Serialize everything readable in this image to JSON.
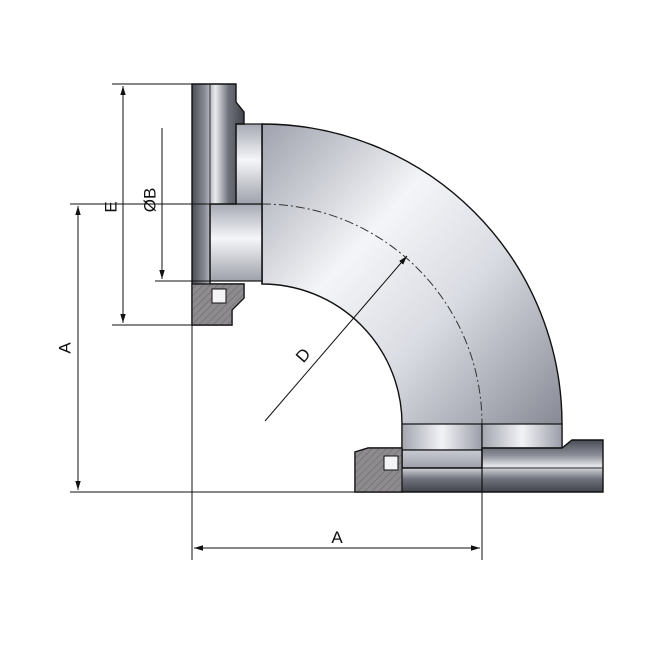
{
  "labels": {
    "a_vertical": "A",
    "a_horizontal": "A",
    "e": "E",
    "b": "ØB",
    "d": "D"
  },
  "colors": {
    "line": "#111111",
    "steel_light": "#f2f3f7",
    "steel_mid": "#b9bcc7",
    "steel_dark": "#5d5f69",
    "section": "#8e8b8f"
  }
}
